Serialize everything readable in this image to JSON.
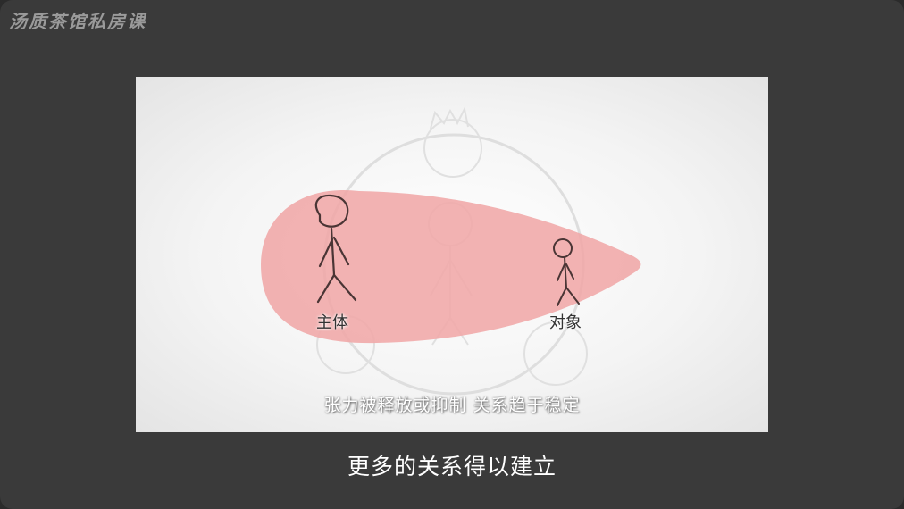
{
  "brand": {
    "text": "汤质茶馆私房课"
  },
  "slide": {
    "labels": {
      "subject": "主体",
      "object": "对象"
    },
    "caption": "张力被释放或抑制 关系趋于稳定"
  },
  "subtitle": "更多的关系得以建立",
  "colors": {
    "frame": "#3a3a3a",
    "blob": "#f0a7a7",
    "brand": "#9a9a9a"
  }
}
